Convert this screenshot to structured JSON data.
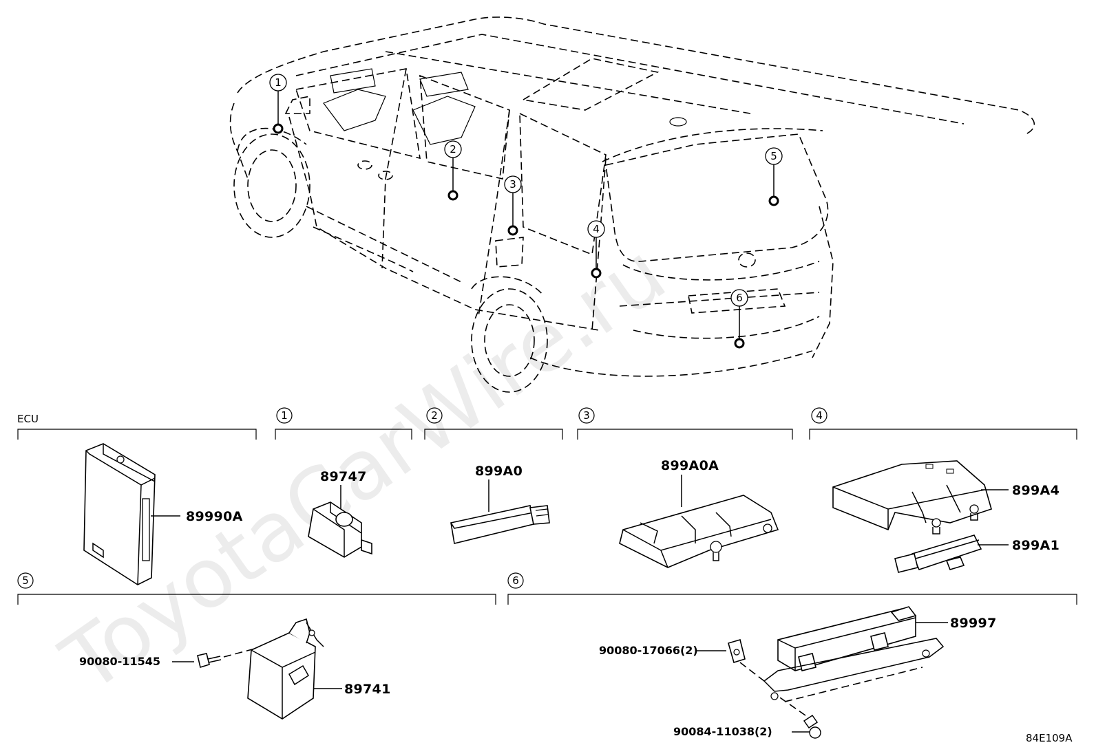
{
  "callouts": [
    "1",
    "2",
    "3",
    "4",
    "5",
    "6"
  ],
  "groups": {
    "ecu": {
      "title": "ECU",
      "part": "89990A"
    },
    "g1": {
      "num": "1",
      "part": "89747"
    },
    "g2": {
      "num": "2",
      "part": "899A0"
    },
    "g3": {
      "num": "3",
      "part": "899A0A"
    },
    "g4": {
      "num": "4",
      "parts": [
        "899A4",
        "899A1"
      ]
    },
    "g5": {
      "num": "5",
      "parts": [
        "90080-11545",
        "89741"
      ]
    },
    "g6": {
      "num": "6",
      "parts": [
        "89997",
        "90080-17066(2)",
        "90084-11038(2)"
      ]
    }
  },
  "diagram_code": "84E109A",
  "watermark": "ToyotaCarWire.ru"
}
